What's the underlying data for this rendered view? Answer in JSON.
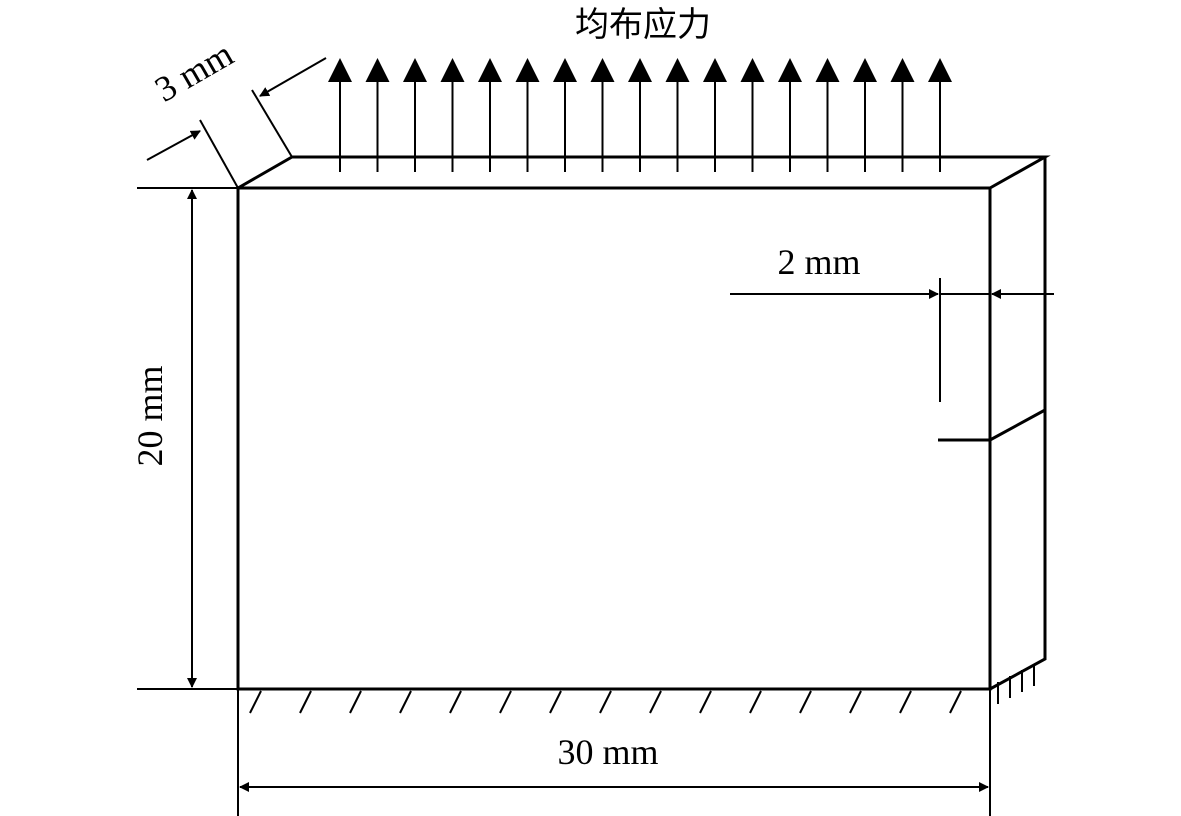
{
  "diagram": {
    "load_label": "均布应力",
    "thickness_label": "3 mm",
    "height_label": "20 mm",
    "width_label": "30 mm",
    "crack_label": "2 mm",
    "colors": {
      "stroke": "#000000",
      "background": "#ffffff"
    }
  }
}
